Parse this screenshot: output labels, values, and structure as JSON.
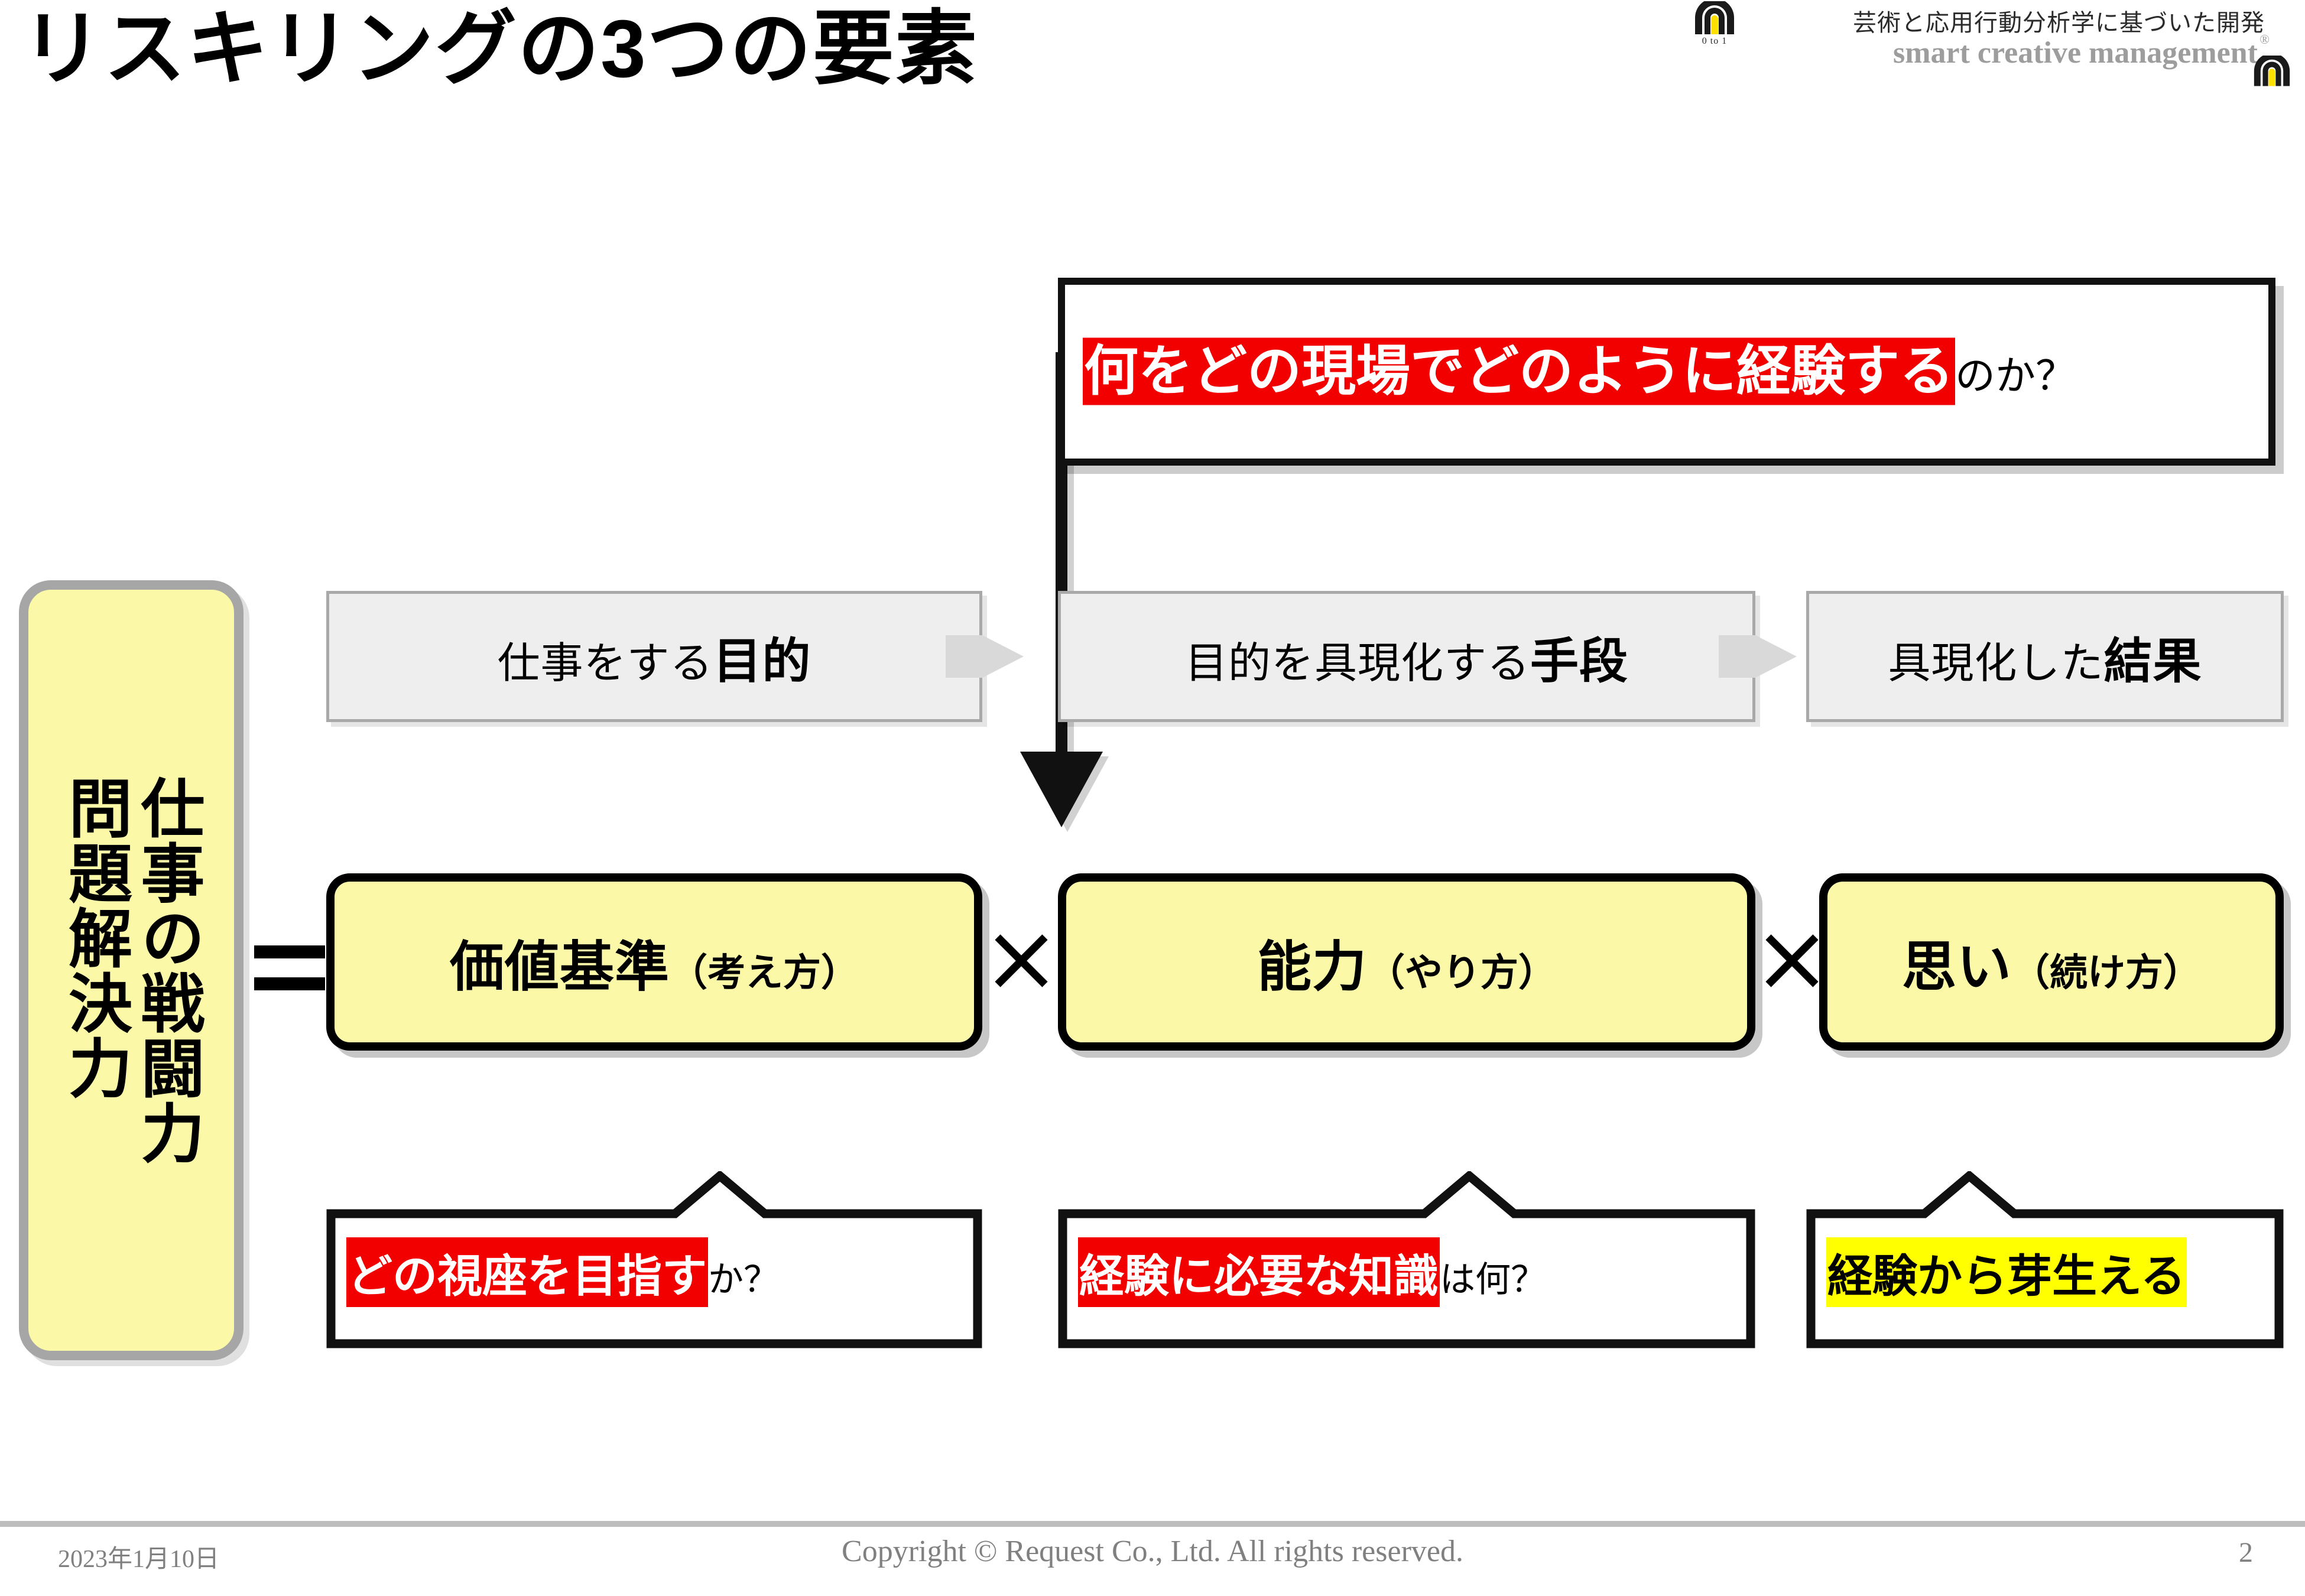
{
  "slide": {
    "title": "リスキリングの3つの要素"
  },
  "logo": {
    "tagline": "芸術と応用行動分析学に基づいた開発",
    "wordmark": "smart creative management",
    "registered": "®",
    "mark_label": "0 to 1"
  },
  "callout_top": {
    "highlight": "何をどの現場でどのように経験する",
    "tail": "のか？",
    "highlight_color": "#f20000"
  },
  "vertical_box": {
    "column_right": "仕事の戦闘力",
    "column_left": "問題解決力",
    "fill_color": "#fbf8a8",
    "border_color": "#a6a6a6"
  },
  "operators": {
    "equals": "=",
    "times": "×"
  },
  "header_boxes": [
    {
      "lead": "仕事をする",
      "emphasis": "目的"
    },
    {
      "lead": "目的を具現化する",
      "emphasis": "手段"
    },
    {
      "lead": "具現化した",
      "emphasis": "結果"
    }
  ],
  "formula_boxes": [
    {
      "main": "価値基準",
      "sub": "（考え方）"
    },
    {
      "main": "能力",
      "sub": "（やり方）"
    },
    {
      "main": "思い",
      "sub": "（続け方）"
    }
  ],
  "bottom_callouts": [
    {
      "highlight": "どの視座を目指す",
      "tail": "か？",
      "highlight_color": "#f20000",
      "highlight_text_color": "#ffffff"
    },
    {
      "highlight": "経験に必要な知識",
      "tail": "は何？",
      "highlight_color": "#f20000",
      "highlight_text_color": "#ffffff"
    },
    {
      "highlight": "経験から芽生える",
      "tail": "",
      "highlight_color": "#ffff00",
      "highlight_text_color": "#000000"
    }
  ],
  "footer": {
    "date": "2023年1月10日",
    "copyright": "Copyright © Request Co., Ltd.  All rights reserved.",
    "page_number": "2"
  }
}
